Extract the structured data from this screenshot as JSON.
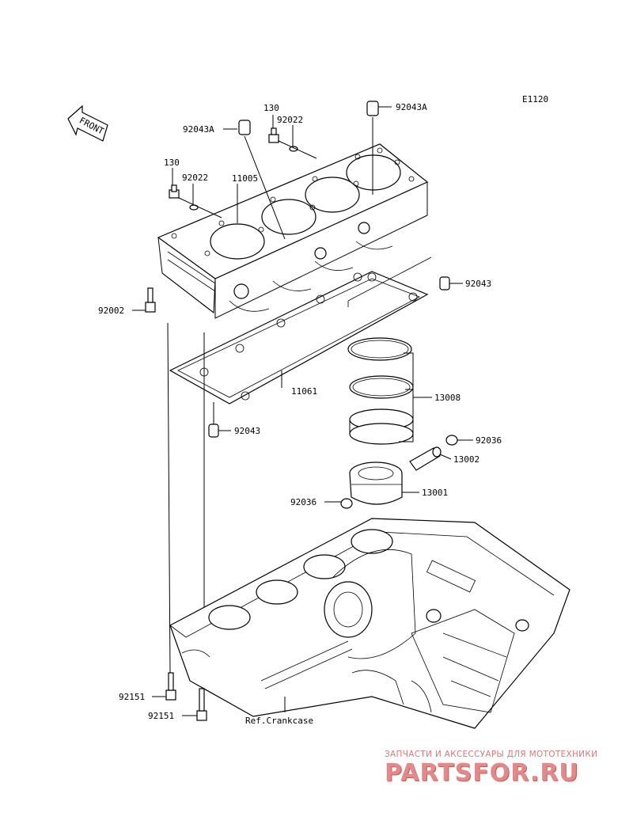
{
  "diagram_code": "E1120",
  "front_arrow_label": "FRONT",
  "parts": {
    "p130_top": "130",
    "p92022_top": "92022",
    "p92043A_left": "92043A",
    "p92043A_right": "92043A",
    "p130_left": "130",
    "p92022_left": "92022",
    "p11005": "11005",
    "p92043_right": "92043",
    "p92002": "92002",
    "p11061": "11061",
    "p13008": "13008",
    "p92043_low": "92043",
    "p92036_right": "92036",
    "p13002": "13002",
    "p13001": "13001",
    "p92036_left": "92036",
    "p92151_a": "92151",
    "p92151_b": "92151",
    "ref_crankcase": "Ref.Crankcase"
  },
  "watermark": {
    "tagline": "ЗАПЧАСТИ И АКСЕССУАРЫ ДЛЯ МОТОТЕХНИКИ",
    "logo": "PARTSFOR.RU"
  },
  "colors": {
    "line": "#000000",
    "watermark": "#e28a8a"
  }
}
